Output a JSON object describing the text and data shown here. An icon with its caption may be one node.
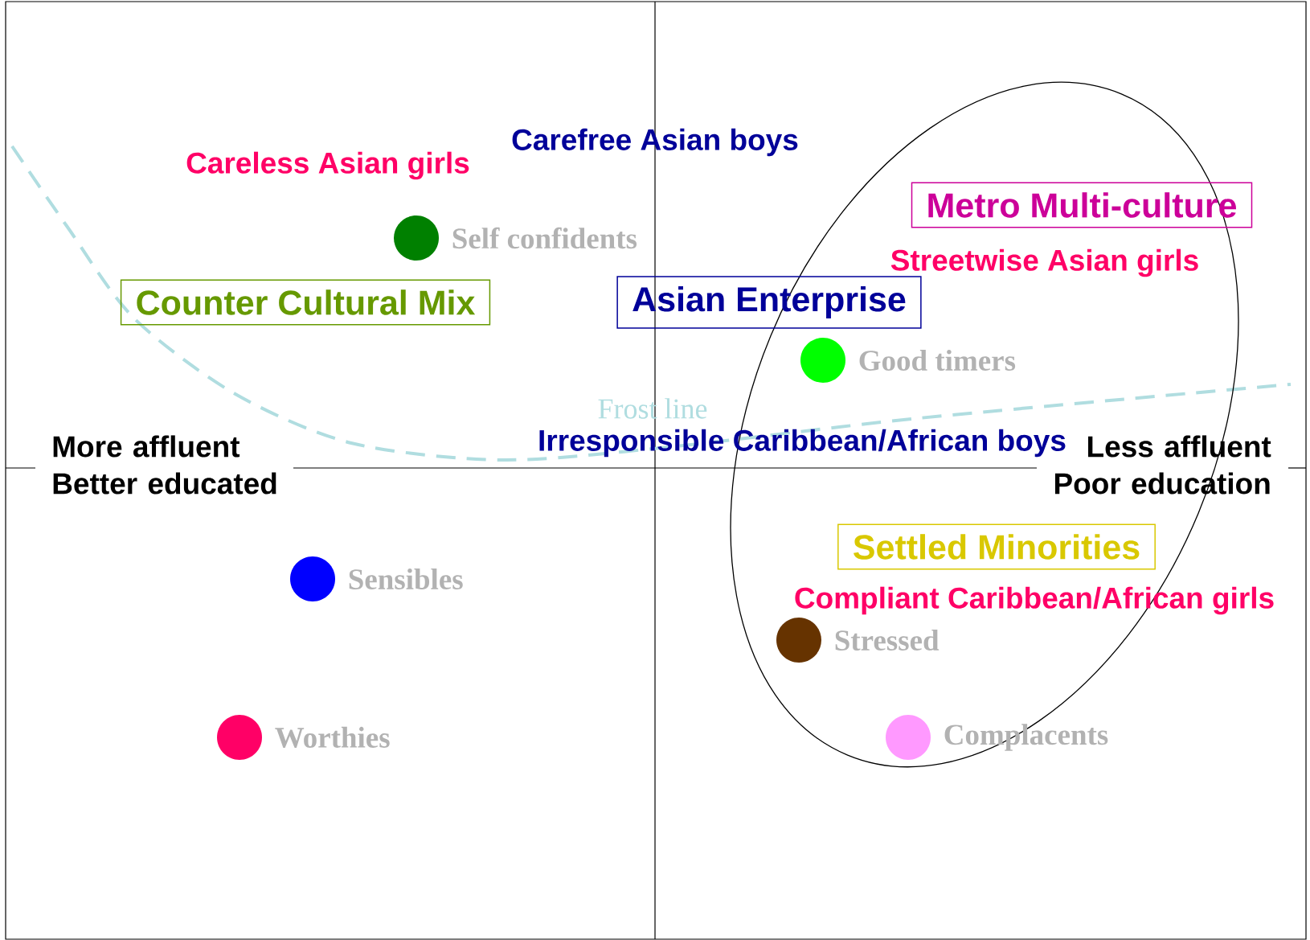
{
  "diagram": {
    "nodes": [
      {
        "text": [
          "Metro Multi-culture"
        ]
      },
      {
        "text": [],
        "shape": "circle",
        "beside": [
          "Self confidents"
        ]
      },
      {
        "text": [
          "Counter Cultural Mix"
        ]
      },
      {
        "text": [
          "Asian Enterprise"
        ]
      },
      {
        "text": [],
        "shape": "circle",
        "beside": [
          "Good timers"
        ]
      },
      {
        "text": [
          "Settled Minorities"
        ]
      },
      {
        "text": [],
        "shape": "circle",
        "beside": [
          "Sensibles"
        ]
      },
      {
        "text": [],
        "shape": "circle",
        "beside": [
          "Stressed"
        ]
      },
      {
        "text": [],
        "shape": "circle",
        "beside": [
          "Worthies"
        ]
      },
      {
        "text": [],
        "shape": "circle",
        "beside": [
          "Complacents"
        ]
      }
    ],
    "labels": [
      "Carefree Asian boys",
      "Careless Asian girls",
      "Streetwise Asian girls",
      "Frost line",
      "Irresponsible Caribbean/African boys",
      "More affluent Better educated",
      "Less affluent Poor education",
      "Compliant Caribbean/African girls"
    ]
  }
}
